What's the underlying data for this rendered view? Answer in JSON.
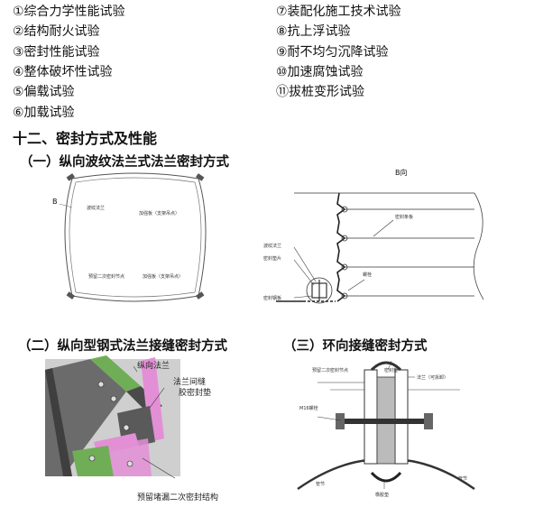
{
  "test_list": {
    "left": [
      "①综合力学性能试验",
      "②结构耐火试验",
      "③密封性能试验",
      "④整体破坏性试验",
      "⑤偏载试验",
      "⑥加载试验"
    ],
    "right": [
      "⑦装配化施工技术试验",
      "⑧抗上浮试验",
      "⑨耐不均匀沉降试验",
      "⑩加速腐蚀试验",
      "⑪拔桩变形试验"
    ]
  },
  "section_title": "十二、密封方式及性能",
  "subsection_1": {
    "title": "（一）纵向波纹法兰式法兰密封方式",
    "left_figure": {
      "label_b": "B",
      "labels": [
        "波纹法兰",
        "加强板（支架吊点）",
        "预留二次密封节点",
        "加强板（支架吊点）"
      ]
    },
    "right_figure": {
      "title": "B向",
      "labels": [
        "波纹法兰",
        "密封垫片",
        "密封钢板",
        "密封条板",
        "螺栓"
      ]
    }
  },
  "subsection_2": {
    "title": "（二）纵向型钢式法兰接缝密封方式",
    "labels": [
      "纵向法兰",
      "法兰间缝",
      "胶密封垫",
      "预留堵漏二次密封结构"
    ]
  },
  "subsection_3": {
    "title": "（三）环向接缝密封方式",
    "labels": [
      "预留二次密封节点",
      "密封垫",
      "法兰（可拆卸）",
      "M16螺栓",
      "管节",
      "橡胶垫",
      "管节"
    ]
  },
  "colors": {
    "steel_green": "#6fae57",
    "seal_pink": "#e38fd6",
    "dark_steel": "#4a4a4a"
  }
}
